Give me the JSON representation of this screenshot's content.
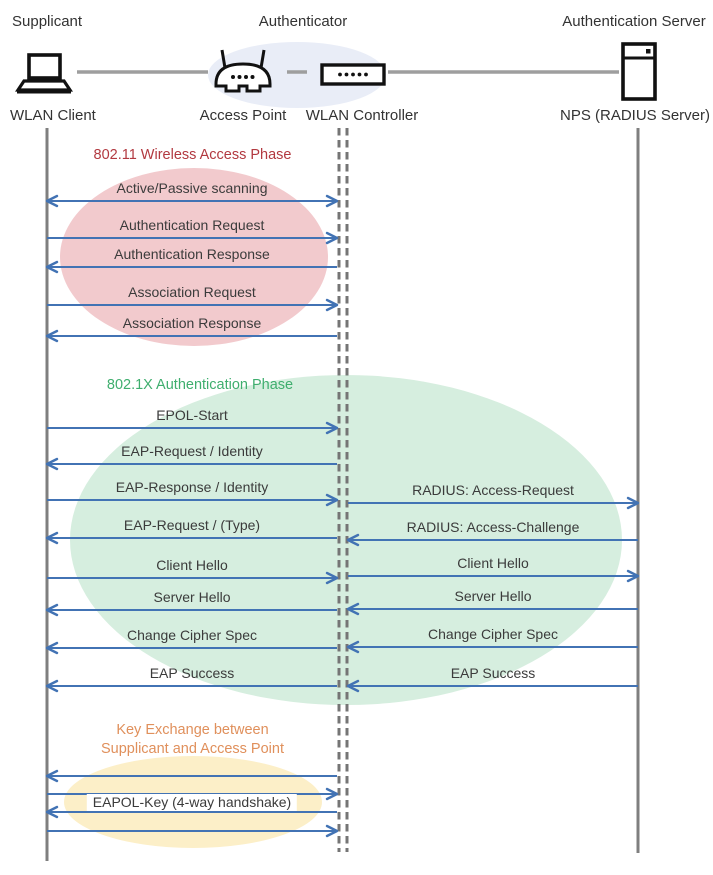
{
  "header": {
    "roles": [
      {
        "label": "Supplicant"
      },
      {
        "label": "Authenticator"
      },
      {
        "label": "Authentication Server"
      }
    ],
    "devices": [
      {
        "label": "WLAN Client",
        "icon": "laptop-icon"
      },
      {
        "label": "Access Point",
        "icon": "access-point-icon"
      },
      {
        "label": "WLAN Controller",
        "icon": "wlan-controller-icon"
      },
      {
        "label": "NPS (RADIUS Server)",
        "icon": "server-icon"
      }
    ]
  },
  "phases": [
    {
      "title": "802.11 Wireless Access Phase",
      "title_color": "#B23940",
      "fill": "#F2CACD"
    },
    {
      "title": "802.1X Authentication Phase",
      "title_color": "#3FAE6E",
      "fill": "#D6EEDF"
    },
    {
      "title": "Key Exchange between\nSupplicant and Access Point",
      "title_color": "#E0905C",
      "fill": "#FCEFC8"
    }
  ],
  "arrows": [
    {
      "label": "Active/Passive scanning",
      "segment": "left",
      "direction": "both",
      "from": "WLAN Client",
      "to": "WLAN Controller"
    },
    {
      "label": "Authentication Request",
      "segment": "left",
      "direction": "right",
      "from": "WLAN Client",
      "to": "WLAN Controller"
    },
    {
      "label": "Authentication Response",
      "segment": "left",
      "direction": "left",
      "from": "WLAN Controller",
      "to": "WLAN Client"
    },
    {
      "label": "Association Request",
      "segment": "left",
      "direction": "right",
      "from": "WLAN Client",
      "to": "WLAN Controller"
    },
    {
      "label": "Association Response",
      "segment": "left",
      "direction": "left",
      "from": "WLAN Controller",
      "to": "WLAN Client"
    },
    {
      "label": "EPOL-Start",
      "segment": "left",
      "direction": "right",
      "from": "WLAN Client",
      "to": "WLAN Controller"
    },
    {
      "label": "EAP-Request / Identity",
      "segment": "left",
      "direction": "left",
      "from": "WLAN Controller",
      "to": "WLAN Client"
    },
    {
      "label": "EAP-Response / Identity",
      "segment": "left",
      "direction": "right",
      "from": "WLAN Client",
      "to": "WLAN Controller"
    },
    {
      "label": "RADIUS: Access-Request",
      "segment": "right",
      "direction": "right",
      "from": "WLAN Controller",
      "to": "NPS (RADIUS Server)"
    },
    {
      "label": "EAP-Request / (Type)",
      "segment": "left",
      "direction": "left",
      "from": "WLAN Controller",
      "to": "WLAN Client"
    },
    {
      "label": "RADIUS: Access-Challenge",
      "segment": "right",
      "direction": "left",
      "from": "NPS (RADIUS Server)",
      "to": "WLAN Controller"
    },
    {
      "label": "Client Hello",
      "segment": "left",
      "direction": "right",
      "from": "WLAN Client",
      "to": "WLAN Controller"
    },
    {
      "label": "Client Hello",
      "segment": "right",
      "direction": "right",
      "from": "WLAN Controller",
      "to": "NPS (RADIUS Server)"
    },
    {
      "label": "Server Hello",
      "segment": "left",
      "direction": "left",
      "from": "WLAN Controller",
      "to": "WLAN Client"
    },
    {
      "label": "Server Hello",
      "segment": "right",
      "direction": "left",
      "from": "NPS (RADIUS Server)",
      "to": "WLAN Controller"
    },
    {
      "label": "Change Cipher Spec",
      "segment": "left",
      "direction": "left",
      "from": "WLAN Controller",
      "to": "WLAN Client"
    },
    {
      "label": "Change Cipher Spec",
      "segment": "right",
      "direction": "left",
      "from": "NPS (RADIUS Server)",
      "to": "WLAN Controller"
    },
    {
      "label": "EAP Success",
      "segment": "left",
      "direction": "left",
      "from": "WLAN Controller",
      "to": "WLAN Client"
    },
    {
      "label": "EAP Success",
      "segment": "right",
      "direction": "left",
      "from": "NPS (RADIUS Server)",
      "to": "WLAN Controller"
    },
    {
      "label": "",
      "segment": "left",
      "direction": "left",
      "from": "WLAN Controller",
      "to": "WLAN Client"
    },
    {
      "label": "",
      "segment": "left",
      "direction": "right",
      "from": "WLAN Client",
      "to": "WLAN Controller"
    },
    {
      "label": "EAPOL-Key (4-way handshake)",
      "segment": "left",
      "direction": "left",
      "from": "WLAN Controller",
      "to": "WLAN Client"
    },
    {
      "label": "",
      "segment": "left",
      "direction": "right",
      "from": "WLAN Client",
      "to": "WLAN Controller"
    }
  ],
  "colors": {
    "arrow": "#4273B4",
    "lifeline": "#7F7F7F",
    "dashed_lifeline": "#757575",
    "connector": "#9E9E9E",
    "message_text": "#3B3B3B",
    "actor_text": "#333333",
    "header_ellipse_fill": "#E9EDF7",
    "icon_stroke": "#111111"
  }
}
